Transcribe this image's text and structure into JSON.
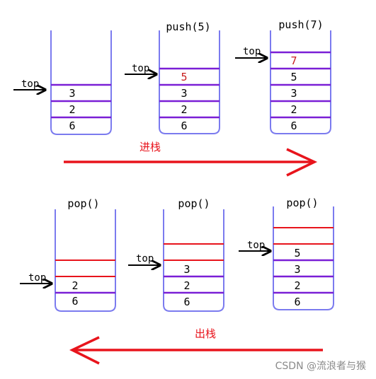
{
  "stacks": [
    {
      "id": "initial",
      "caption": "",
      "values": [
        "3",
        "2",
        "6"
      ],
      "pointer": "top"
    },
    {
      "id": "after-push-5",
      "caption": "push(5)",
      "values": [
        "5",
        "3",
        "2",
        "6"
      ],
      "highlight_value": "5",
      "pointer": "top"
    },
    {
      "id": "after-push-7",
      "caption": "push(7)",
      "values": [
        "7",
        "5",
        "3",
        "2",
        "6"
      ],
      "highlight_value": "7",
      "pointer": "top"
    },
    {
      "id": "after-pop-1",
      "caption": "pop()",
      "values": [
        "2",
        "6"
      ],
      "pointer": "top"
    },
    {
      "id": "after-pop-2",
      "caption": "pop()",
      "values": [
        "3",
        "2",
        "6"
      ],
      "pointer": "top"
    },
    {
      "id": "after-pop-3",
      "caption": "pop()",
      "values": [
        "5",
        "3",
        "2",
        "6"
      ],
      "pointer": "top"
    }
  ],
  "push_label": "进栈",
  "pop_label": "出栈",
  "watermark": "CSDN @流浪者与猴",
  "colors": {
    "stack_outline": "#7b7bef",
    "divider": "#7a1fd6",
    "removed_divider": "#e8141c",
    "new_value": "#c81e1e",
    "text": "#000000",
    "arrow": "#e8141c",
    "watermark": "#8a8a8a"
  }
}
